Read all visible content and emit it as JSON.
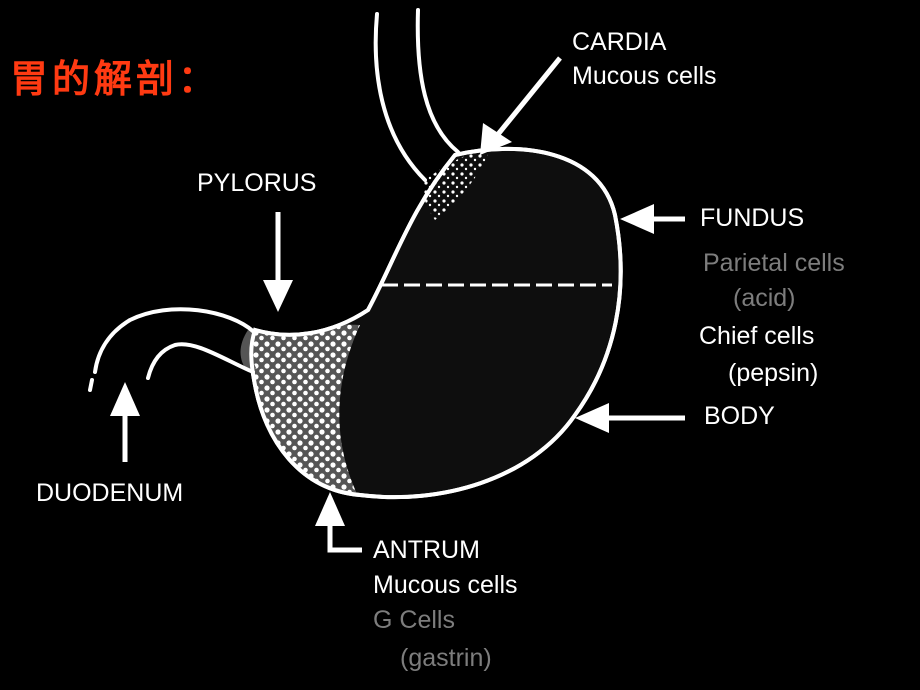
{
  "title": "胃的解剖：",
  "labels": {
    "cardia": "CARDIA",
    "cardia_cells": "Mucous cells",
    "pylorus": "PYLORUS",
    "fundus": "FUNDUS",
    "parietal_cells": "Parietal cells",
    "acid": "(acid)",
    "chief_cells": "Chief cells",
    "pepsin": "(pepsin)",
    "body": "BODY",
    "duodenum": "DUODENUM",
    "antrum": "ANTRUM",
    "antrum_cells": "Mucous cells",
    "g_cells": "G Cells",
    "gastrin": "(gastrin)"
  },
  "colors": {
    "background": "#000000",
    "title": "#ff3a12",
    "label": "#ffffff",
    "faded_label": "#7d7d7d",
    "stomach_fill": "#0e0e0e",
    "antrum_fill": "#6a6a6a",
    "outline": "#ffffff"
  }
}
